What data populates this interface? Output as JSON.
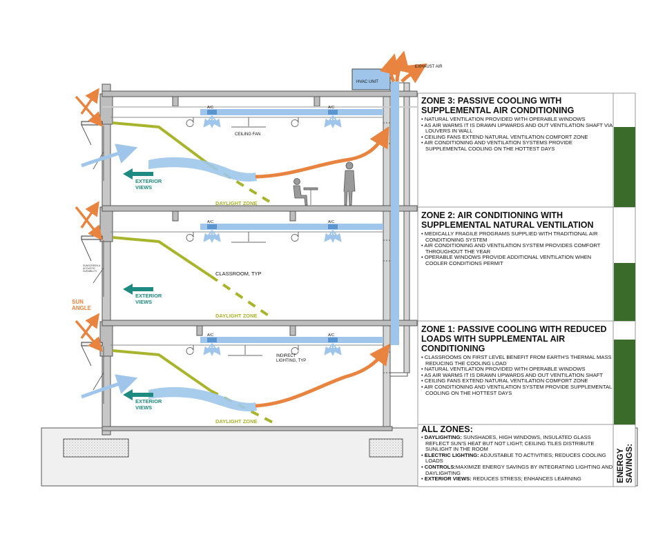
{
  "labels": {
    "exhaust_air": "EXHAUST AIR",
    "hvac_unit": "HVAC UNIT",
    "ceiling_fan": "CEILING FAN",
    "exterior_views": [
      "EXTERIOR",
      "VIEWS"
    ],
    "daylight_zone": "DAYLIGHT ZONE",
    "classroom": "CLASSROOM, TYP",
    "sun_angle": [
      "SUN",
      "ANGLE"
    ],
    "ac": "A/C",
    "indirect_lighting": [
      "INDIRECT",
      "LIGHTING, TYP"
    ],
    "sunscreen_note": [
      "SUNSCREEN &",
      "ACOUSTIC",
      "DURABILITY"
    ],
    "energy_savings": [
      "ENERGY",
      "SAVINGS:"
    ]
  },
  "zones": {
    "zone3": {
      "title": "ZONE 3: PASSIVE COOLING WITH SUPPLEMENTAL AIR CONDITIONING",
      "bullets": [
        "NATURAL VENTILATION PROVIDED WITH OPERABLE WINDOWS",
        "AS AIR WARMS IT IS DRAWN UPWARDS AND OUT VENTILATION SHAFT VIA LOUVERS IN WALL",
        "CEILING FANS EXTEND NATURAL VENTILATION COMFORT ZONE",
        "AIR CONDITIONING AND VENTILATION SYSTEMS PROVIDE SUPPLEMENTAL COOLING ON THE HOTTEST DAYS"
      ]
    },
    "zone2": {
      "title": "ZONE 2: AIR CONDITIONING WITH SUPPLEMENTAL NATURAL VENTILATION",
      "bullets": [
        "MEDICALLY FRAGILE PROGRAMS SUPPLIED WITH TRADITIONAL AIR CONDITIONING SYSTEM",
        "AIR CONDITIONING AND VENTILATION SYSTEM PROVIDES COMFORT THROUGHOUT THE YEAR",
        "OPERABLE WINDOWS PROVIDE ADDITIONAL VENTILATION WHEN COOLER CONDITIONS PERMIT"
      ]
    },
    "zone1": {
      "title": "ZONE 1: PASSIVE COOLING WITH REDUCED LOADS WITH SUPPLEMENTAL AIR CONDITIONING",
      "bullets": [
        "CLASSROOMS ON FIRST LEVEL BENEFIT FROM EARTH'S THERMAL MASS REDUCING THE COOLING LOAD",
        "NATURAL VENTILATION PROVIDED WITH OPERABLE WINDOWS",
        "AS AIR WARMS IT IS DRAWN UPWARDS AND OUT VENTILATION SHAFT",
        "CEILING FANS EXTEND NATURAL VENTILATION COMFORT ZONE",
        "AIR CONDITIONING AND VENTILATION SYSTEM PROVIDE SUPPLEMENTAL COOLING ON THE HOTTEST DAYS"
      ]
    },
    "all": {
      "title": "ALL ZONES:",
      "items": [
        {
          "key": "DAYLIGHTING:",
          "text": " SUNSHADES, HIGH WINDOWS, INSULATED GLASS REFLECT SUN'S HEAT BUT NOT LIGHT; CEILING TILES DISTRIBUTE SUNLIGHT IN THE ROOM"
        },
        {
          "key": "ELECTRIC LIGHTING:",
          "text": " ADJUSTABLE TO ACTIVITIES; REDUCES COOLING LOADS"
        },
        {
          "key": "CONTROLS:",
          "text": "MAXIMIZE ENERGY SAVINGS BY INTEGRATING LIGHTING AND DAYLIGHTING"
        },
        {
          "key": "EXTERIOR VIEWS:",
          "text": " REDUCES STRESS; ENHANCES LEARNING"
        }
      ]
    }
  },
  "colors": {
    "orange": "#e8843f",
    "blue": "#9fc6ea",
    "olive": "#a9b42d",
    "teal": "#1f8a80",
    "green": "#3a6b2a",
    "structure": "#bdbdbd"
  }
}
